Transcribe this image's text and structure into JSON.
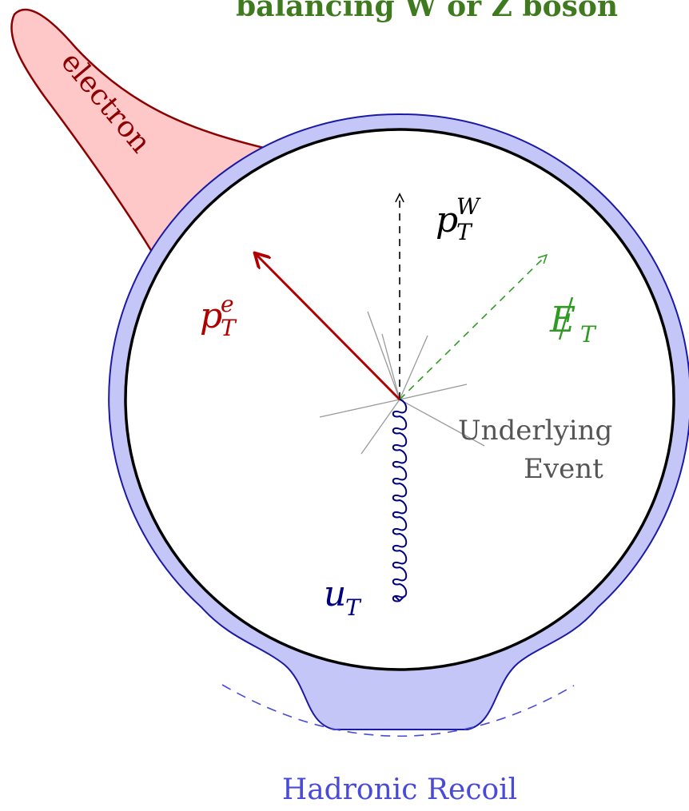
{
  "title": "balancing W or Z boson",
  "labels": {
    "electron": "electron",
    "pTe_base": "p",
    "pTe_sup": "e",
    "pTe_sub": "T",
    "pTW_base": "p",
    "pTW_sup": "W",
    "pTW_sub": "T",
    "met_base": "E",
    "met_sub": "T",
    "uT_base": "u",
    "uT_sub": "T",
    "underlying_line1": "Underlying",
    "underlying_line2": "Event",
    "hadronic_recoil": "Hadronic Recoil"
  },
  "colors": {
    "title": "#3f7a1f",
    "electron_fill": "#ffc8c8",
    "electron_stroke": "#8b0000",
    "detector_fill": "#c4c6f7",
    "detector_stroke": "#1a1aa6",
    "electron_vector": "#b00000",
    "met_vector": "#2e9a22",
    "uT_vector": "#000080",
    "underlying": "#9a9a9a",
    "recoil_text": "#4a4ad8"
  }
}
